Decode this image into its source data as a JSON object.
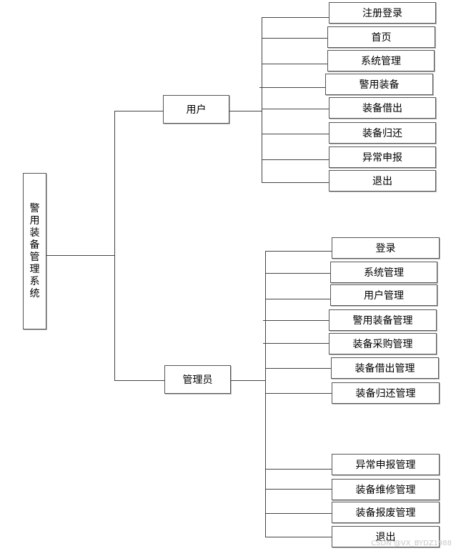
{
  "root": "警用装备管理系统",
  "branches": {
    "user": {
      "label": "用户",
      "items": [
        "注册登录",
        "首页",
        "系统管理",
        "警用装备",
        "装备借出",
        "装备归还",
        "异常申报",
        "退出"
      ]
    },
    "admin": {
      "label": "管理员",
      "items": [
        "登录",
        "系统管理",
        "用户管理",
        "警用装备管理",
        "装备采购管理",
        "装备借出管理",
        "装备归还管理",
        "异常申报管理",
        "装备维修管理",
        "装备报废管理",
        "退出"
      ]
    }
  },
  "watermark": "CSDN @VX_BYDZ1988"
}
